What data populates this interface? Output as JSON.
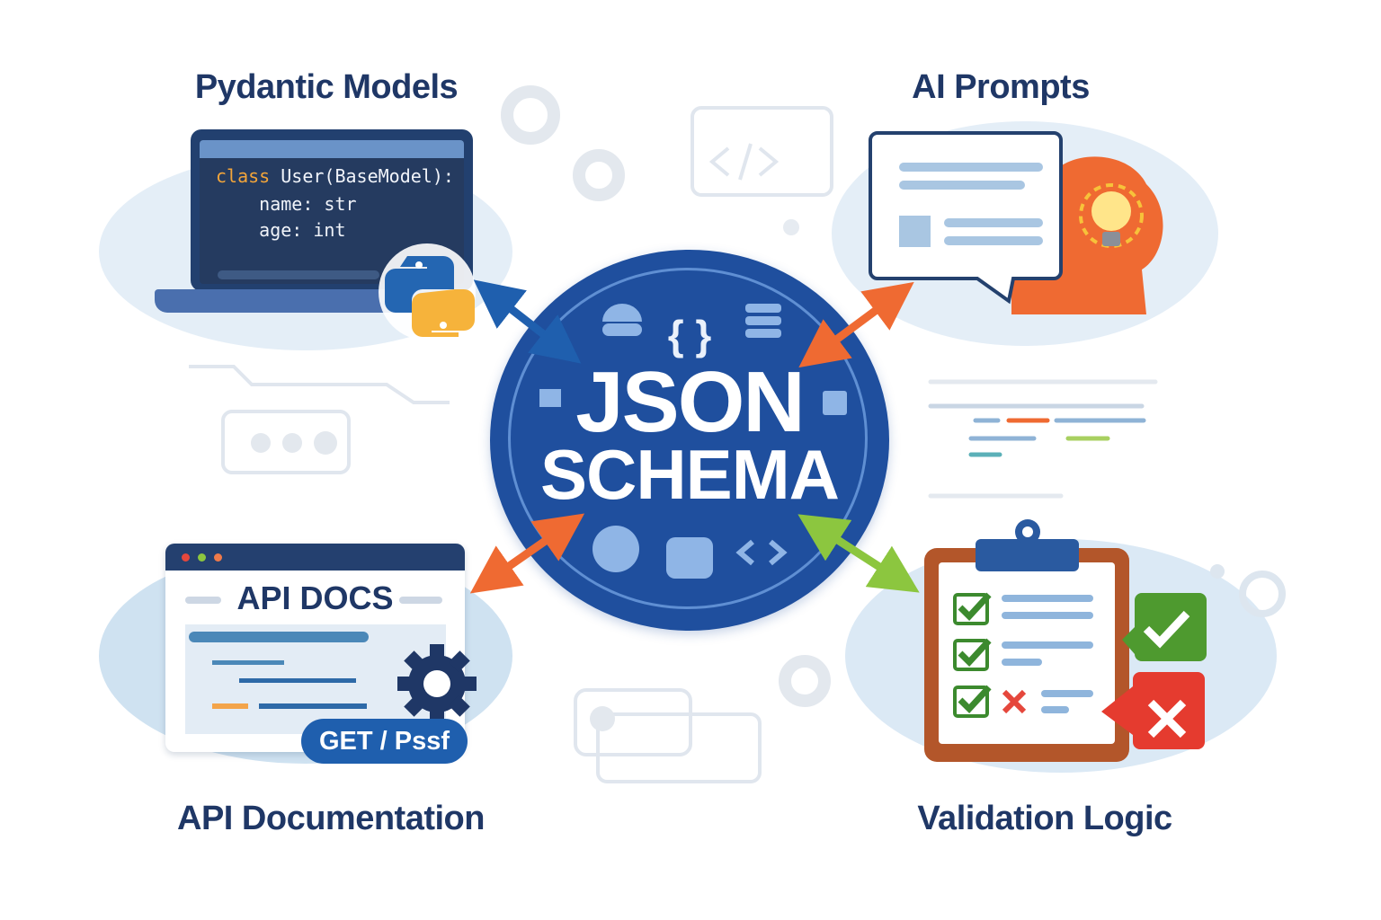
{
  "titles": {
    "pydantic": "Pydantic Models",
    "ai_prompts": "AI Prompts",
    "api_docs": "API Documentation",
    "validation": "Validation Logic"
  },
  "center": {
    "line1": "JSON",
    "line2": "SCHEMA",
    "braces": "{ }",
    "color": "#1f4f9e"
  },
  "code": {
    "keyword": "class",
    "line1_rest": " User(BaseModel):",
    "line2": "    name: str",
    "line3": "    age: int"
  },
  "api_window": {
    "heading": "API DOCS",
    "endpoint": "GET / Pssf"
  },
  "icons": [
    "python-logo",
    "lightbulb-head",
    "gear",
    "clipboard-checklist",
    "check-badge",
    "x-badge",
    "code-tag"
  ],
  "colors": {
    "navy": "#1f3766",
    "blue": "#1f5fae",
    "orange": "#ef6a32",
    "green": "#8cc63f",
    "red": "#e53b2f"
  }
}
